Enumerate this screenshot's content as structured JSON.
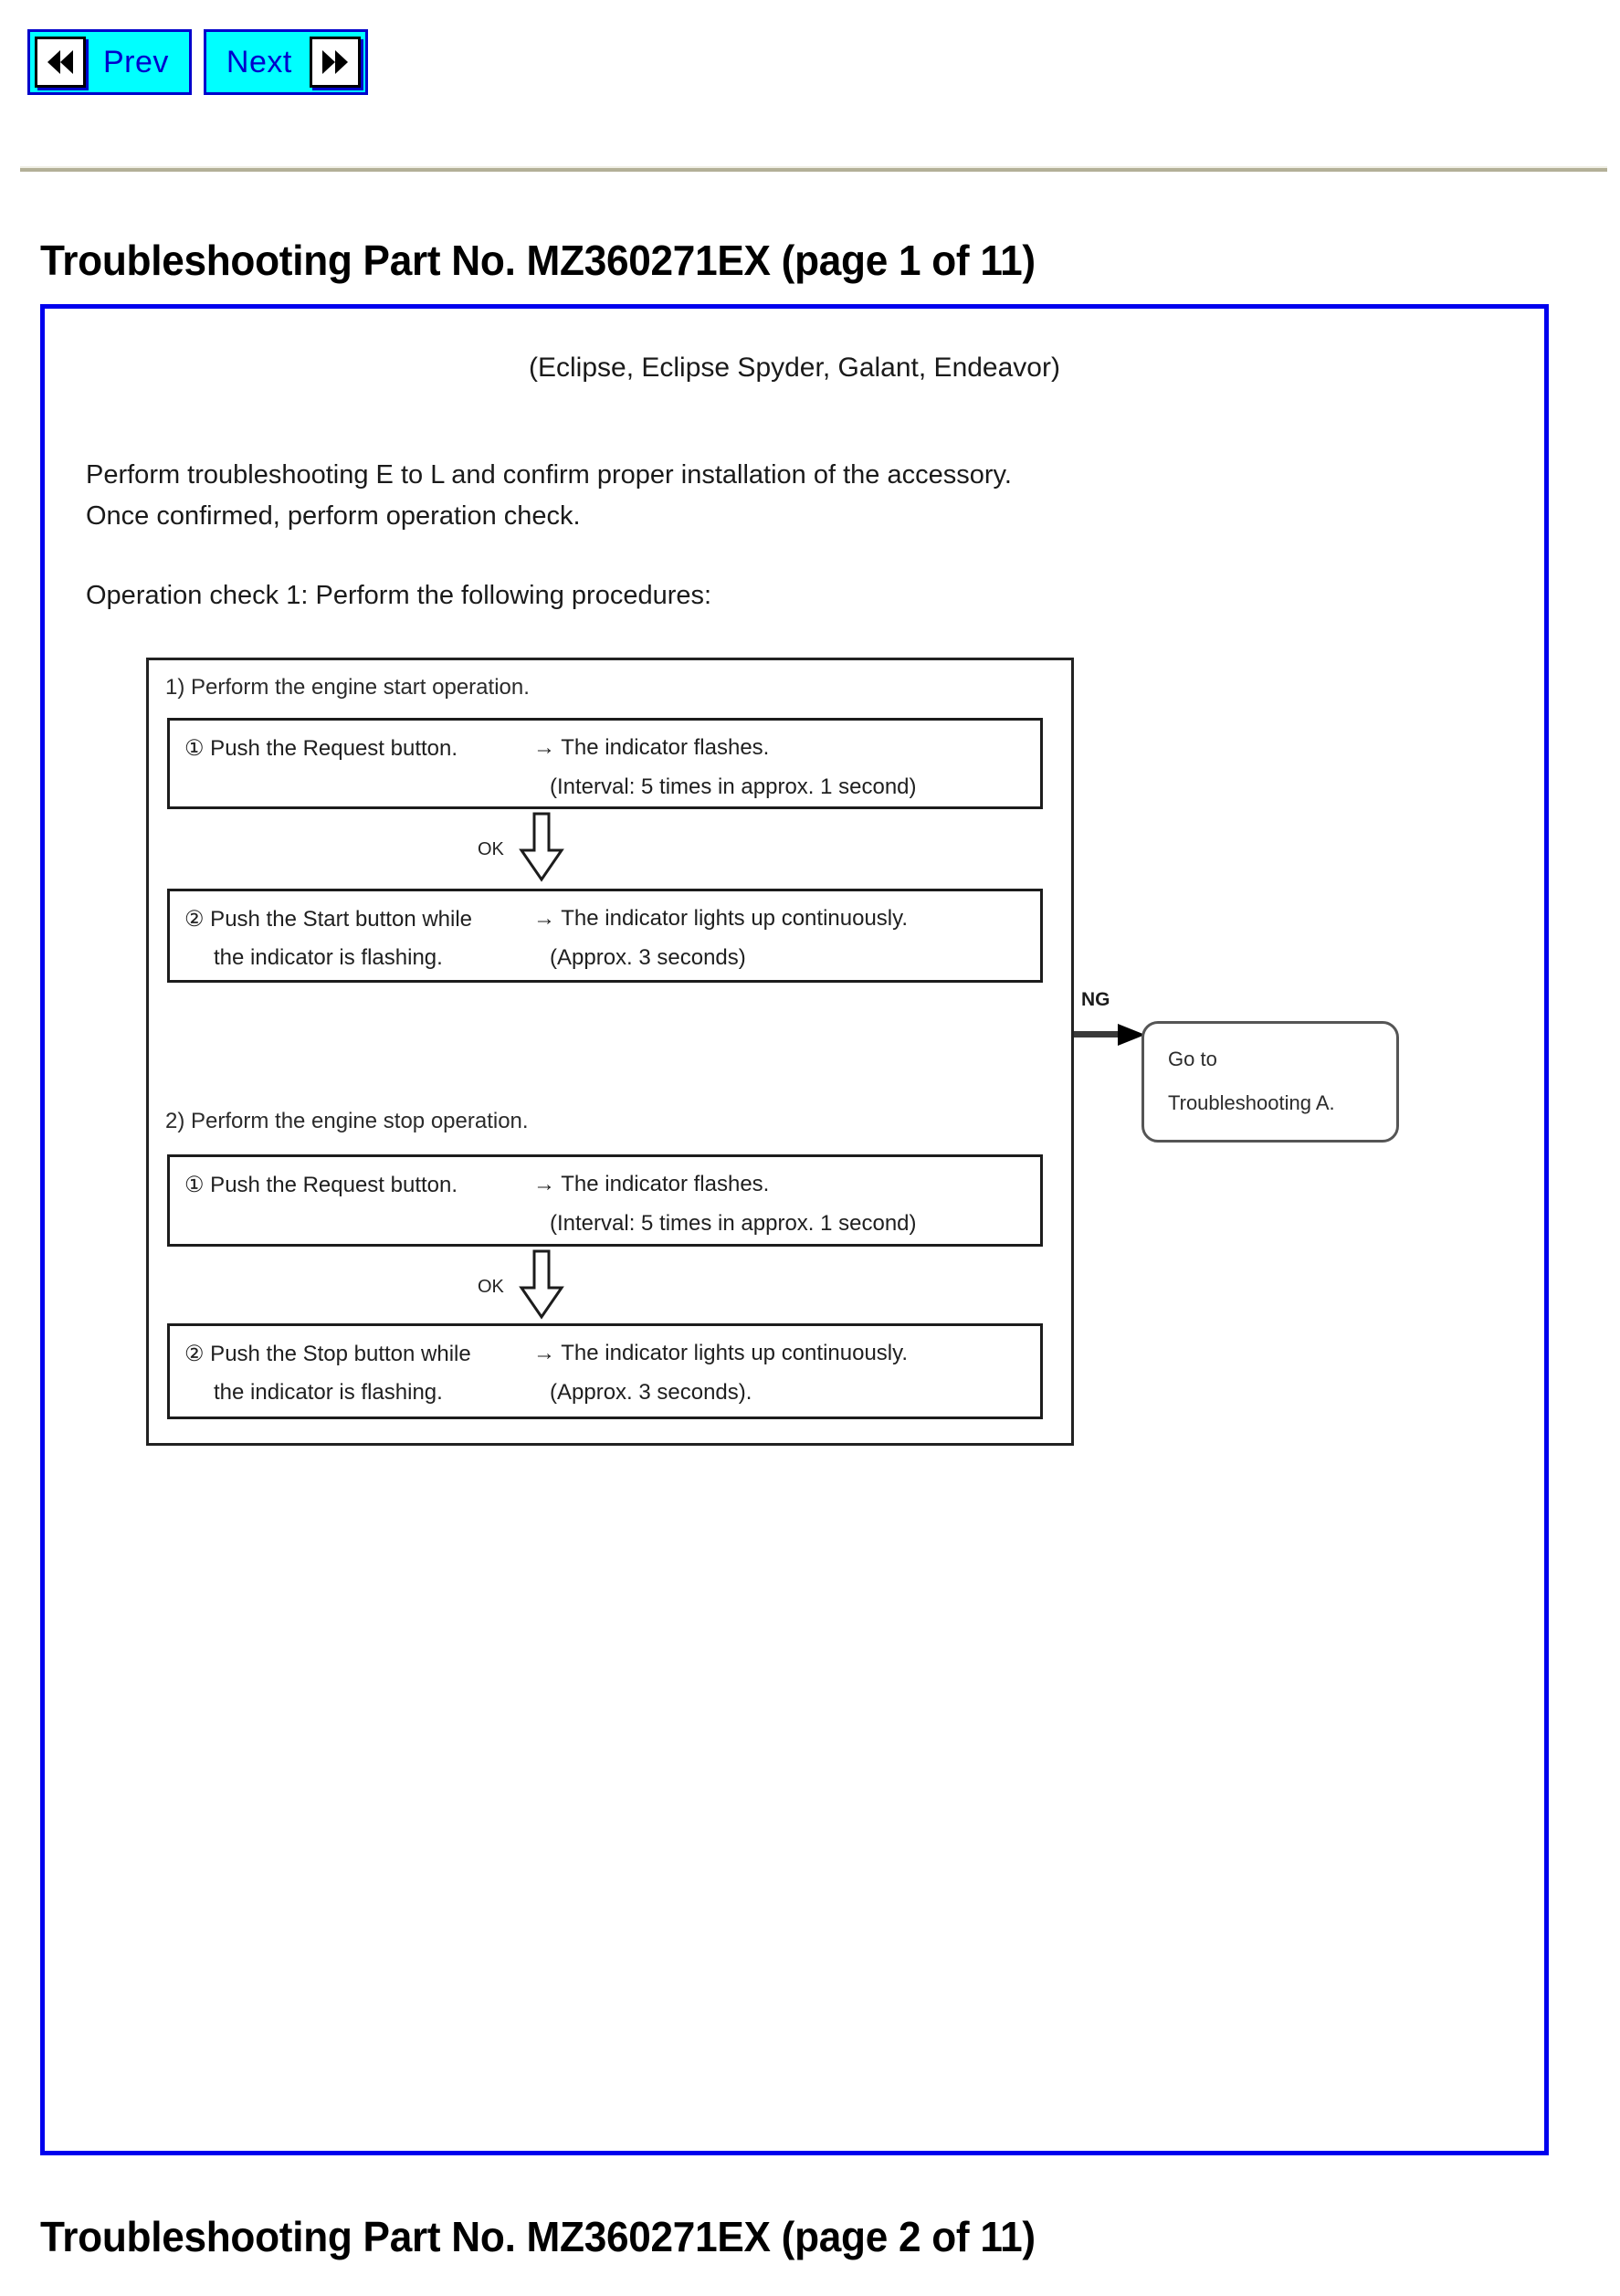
{
  "nav": {
    "prev_label": "Prev",
    "next_label": "Next",
    "prev_icon": "double-arrow-left-icon",
    "next_icon": "double-arrow-right-icon"
  },
  "page_titles": {
    "top": "Troubleshooting Part No. MZ360271EX (page 1 of 11)",
    "bottom": "Troubleshooting Part No. MZ360271EX (page 2 of 11)"
  },
  "document": {
    "subtitle": "(Eclipse, Eclipse Spyder, Galant, Endeavor)",
    "body_line_1": "Perform troubleshooting E to L and confirm proper installation of the accessory.",
    "body_line_2": "Once confirmed, perform operation check.",
    "body_line_3": "Operation check 1: Perform the following procedures:"
  },
  "flowchart": {
    "heading_start": "1) Perform the engine start operation.",
    "heading_stop": "2) Perform the engine stop operation.",
    "ok_label_1": "OK",
    "ok_label_2": "OK",
    "ng_label": "NG",
    "steps": [
      {
        "action_line_1": "① Push the Request button.",
        "action_line_2": "",
        "result_line_1": "→ The indicator flashes.",
        "result_line_2": "(Interval: 5 times in approx. 1 second)"
      },
      {
        "action_line_1": "② Push the Start button while",
        "action_line_2": "the indicator is flashing.",
        "result_line_1": "→ The indicator lights up continuously.",
        "result_line_2": "(Approx. 3 seconds)"
      },
      {
        "action_line_1": "① Push the Request button.",
        "action_line_2": "",
        "result_line_1": "→ The indicator flashes.",
        "result_line_2": "(Interval: 5 times in approx. 1 second)"
      },
      {
        "action_line_1": "② Push the Stop button while",
        "action_line_2": "the indicator is flashing.",
        "result_line_1": "→ The indicator lights up continuously.",
        "result_line_2": "(Approx. 3 seconds)."
      }
    ],
    "goto_box": {
      "line_1": "Go to",
      "line_2": "Troubleshooting A."
    }
  },
  "colors": {
    "nav_button_fill": "#00ffff",
    "nav_button_border": "#0000cc",
    "nav_label": "#0000cc",
    "page_frame_border": "#0000ee",
    "rule": "#b3b098"
  }
}
